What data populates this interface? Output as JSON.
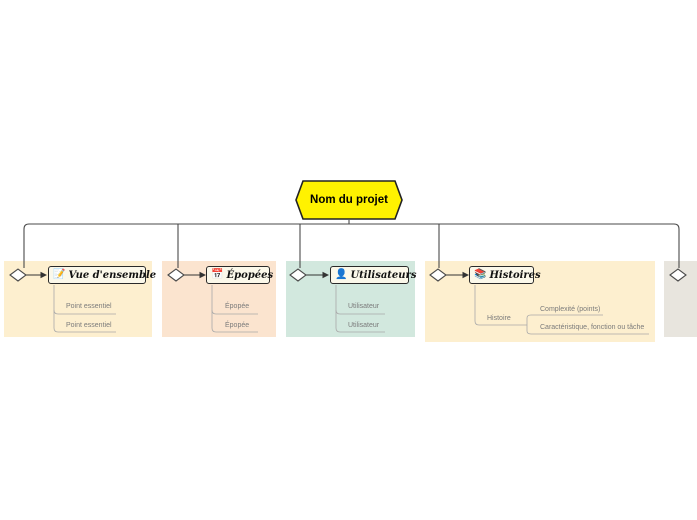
{
  "root": {
    "label": "Nom du projet",
    "fill": "#fff200"
  },
  "categories": [
    {
      "label": "Vue d'ensemble",
      "icon": "memo-icon",
      "glyph": "📝",
      "bg": "#fdefcf",
      "leaves": [
        "Point essentiel",
        "Point essentiel"
      ]
    },
    {
      "label": "Épopées",
      "icon": "calendar-icon",
      "glyph": "📅",
      "bg": "#fbe4cf",
      "leaves": [
        "Épopée",
        "Épopée"
      ]
    },
    {
      "label": "Utilisateurs",
      "icon": "user-icon",
      "glyph": "👤",
      "bg": "#d2e8de",
      "leaves": [
        "Utilisateur",
        "Utilisateur"
      ]
    },
    {
      "label": "Histoires",
      "icon": "book-icon",
      "glyph": "📚",
      "bg": "#fdefcf",
      "leaves": [
        "Histoire"
      ],
      "subleaves": [
        "Complexité (points)",
        "Caractéristique, fonction ou tâche"
      ]
    },
    {
      "label": "",
      "icon": "",
      "glyph": "",
      "bg": "#e8e5de",
      "leaves": []
    }
  ]
}
